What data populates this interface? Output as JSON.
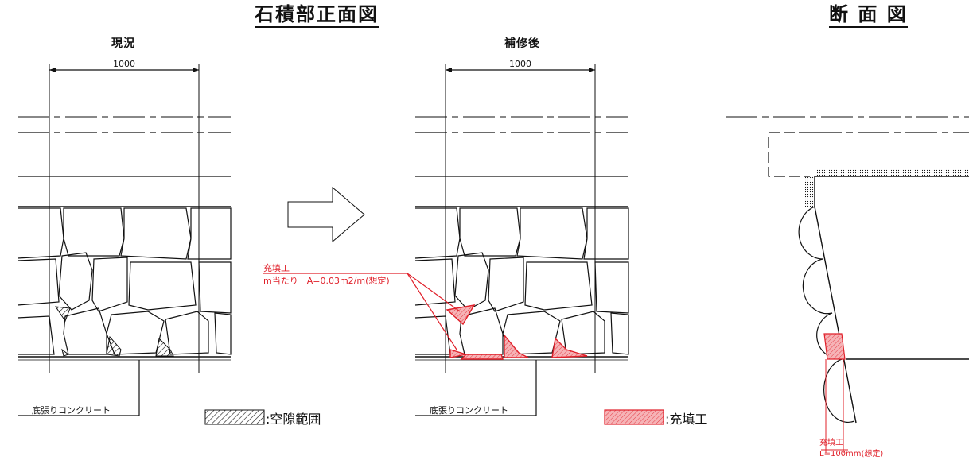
{
  "titles": {
    "front_view": "石積部正面図",
    "section_view": "断 面 図"
  },
  "panels": {
    "current": {
      "label": "現況",
      "width_dim": "1000"
    },
    "after_repair": {
      "label": "補修後",
      "width_dim": "1000"
    }
  },
  "notes": {
    "base_concrete_left": "底張りコンクリート",
    "base_concrete_right": "底張りコンクリート",
    "fill_work_line1": "充填工",
    "fill_work_line2": "m当たり　A=0.03m2/m(想定)",
    "section_fill_line1": "充填工",
    "section_fill_line2": "L=100mm(想定)"
  },
  "legend": {
    "void_area": ":空隙範囲",
    "fill_work": ":充填工"
  },
  "colors": {
    "line": "#111111",
    "fill_red": "#e0202a",
    "fill_pink": "#f6b3b6"
  }
}
